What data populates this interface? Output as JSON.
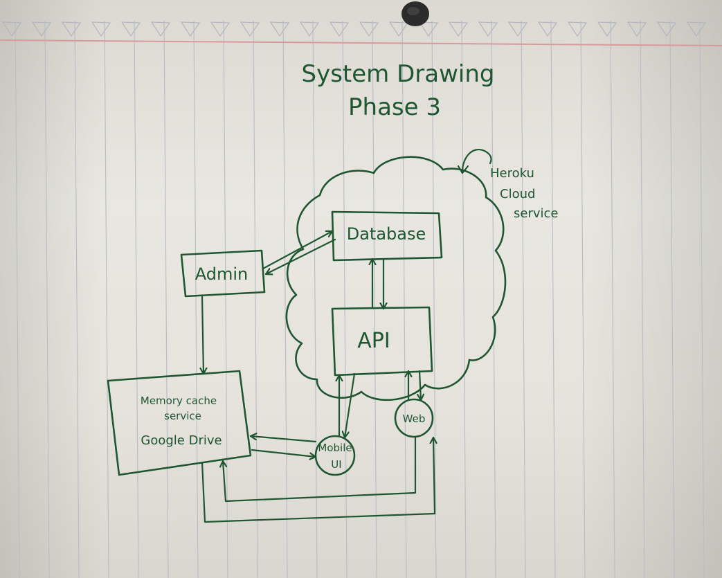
{
  "title": {
    "line1": "System Drawing",
    "line2": "Phase 3"
  },
  "cloud": {
    "label_lines": [
      "Heroku",
      "Cloud",
      "service"
    ]
  },
  "nodes": {
    "database": "Database",
    "admin": "Admin",
    "api": "API",
    "cache_line1": "Memory cache",
    "cache_line2": "service",
    "cache_line3": "Google Drive",
    "mobile_line1": "Mobile",
    "mobile_line2": "UI",
    "web": "Web"
  },
  "colors": {
    "ink": "#1f5632",
    "paper": "#e7e4de",
    "rule": "#b9bfc6",
    "margin": "#d89a9c"
  }
}
